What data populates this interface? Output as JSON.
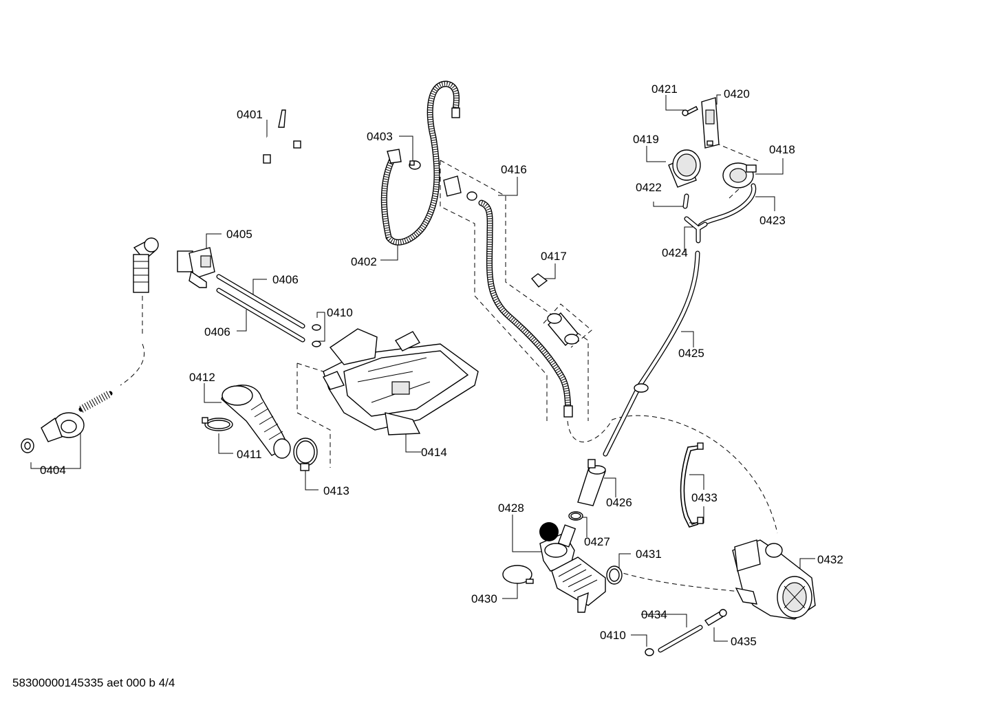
{
  "callouts": [
    {
      "id": "0401",
      "text": "0401"
    },
    {
      "id": "0402",
      "text": "0402"
    },
    {
      "id": "0403",
      "text": "0403"
    },
    {
      "id": "0404",
      "text": "0404"
    },
    {
      "id": "0405",
      "text": "0405"
    },
    {
      "id": "0406a",
      "text": "0406"
    },
    {
      "id": "0406b",
      "text": "0406"
    },
    {
      "id": "0410a",
      "text": "0410"
    },
    {
      "id": "0410b",
      "text": "0410"
    },
    {
      "id": "0411",
      "text": "0411"
    },
    {
      "id": "0412",
      "text": "0412"
    },
    {
      "id": "0413",
      "text": "0413"
    },
    {
      "id": "0414",
      "text": "0414"
    },
    {
      "id": "0416",
      "text": "0416"
    },
    {
      "id": "0417",
      "text": "0417"
    },
    {
      "id": "0418",
      "text": "0418"
    },
    {
      "id": "0419",
      "text": "0419"
    },
    {
      "id": "0420",
      "text": "0420"
    },
    {
      "id": "0421",
      "text": "0421"
    },
    {
      "id": "0422",
      "text": "0422"
    },
    {
      "id": "0423",
      "text": "0423"
    },
    {
      "id": "0424",
      "text": "0424"
    },
    {
      "id": "0425",
      "text": "0425"
    },
    {
      "id": "0426",
      "text": "0426"
    },
    {
      "id": "0427",
      "text": "0427"
    },
    {
      "id": "0428",
      "text": "0428"
    },
    {
      "id": "0430",
      "text": "0430"
    },
    {
      "id": "0431",
      "text": "0431"
    },
    {
      "id": "0432",
      "text": "0432"
    },
    {
      "id": "0433",
      "text": "0433"
    },
    {
      "id": "0434",
      "text": "0434"
    },
    {
      "id": "0435",
      "text": "0435"
    }
  ],
  "footer": {
    "doc_code": "58300000145335 aet 000 b 4/4"
  }
}
